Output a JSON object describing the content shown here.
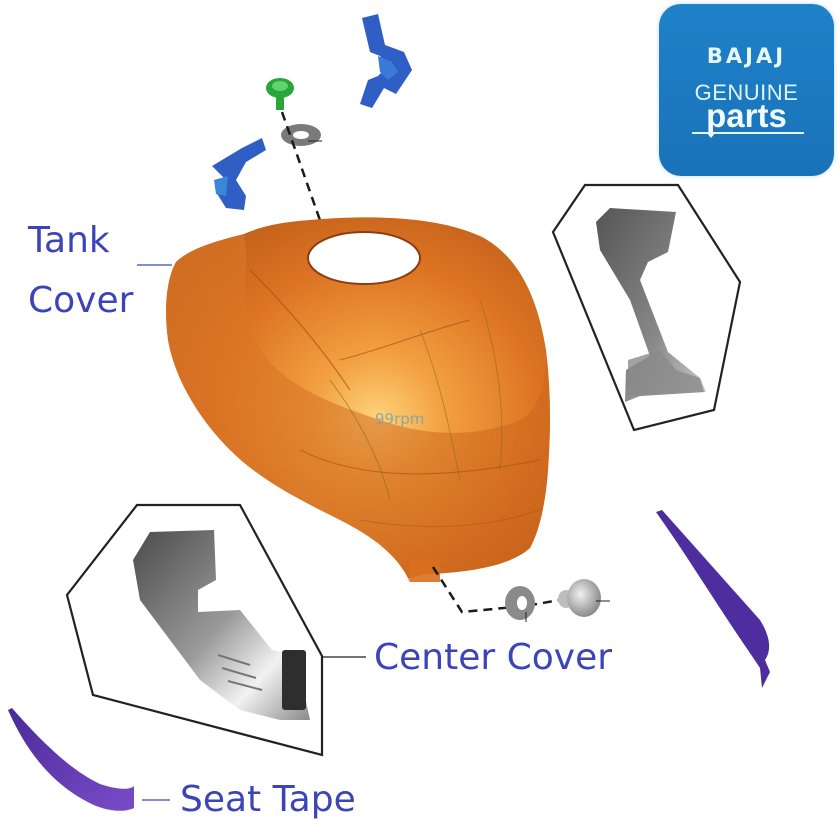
{
  "diagram": {
    "type": "exploded-parts-diagram",
    "logo": {
      "brand": "BAJAJ",
      "line1": "GENUINE",
      "line2": "parts",
      "background_color": "#1d7bc2",
      "text_color": "#e8f7fb"
    },
    "watermark": "99rpm",
    "labels": {
      "tank_cover_line1": "Tank",
      "tank_cover_line2": "Cover",
      "center_cover": "Center Cover",
      "seat_tape": "Seat Tape"
    },
    "colors": {
      "label_text": "#3c45b8",
      "tank_cover": "#d8701f",
      "bracket": "#2f5fc4",
      "screw": "#2aa53a",
      "seat_tape": "#5b36a8",
      "inset_outline": "#222222",
      "metal_part": "#6f6f6f"
    },
    "parts": [
      {
        "name": "Tank Cover",
        "color": "orange"
      },
      {
        "name": "Center Cover",
        "color": "grey"
      },
      {
        "name": "Seat Tape",
        "color": "purple"
      },
      {
        "name": "Mounting bracket (x2)",
        "color": "blue"
      },
      {
        "name": "Screw",
        "color": "green"
      },
      {
        "name": "Washer",
        "color": "grey"
      },
      {
        "name": "Bolt",
        "color": "grey"
      }
    ]
  }
}
